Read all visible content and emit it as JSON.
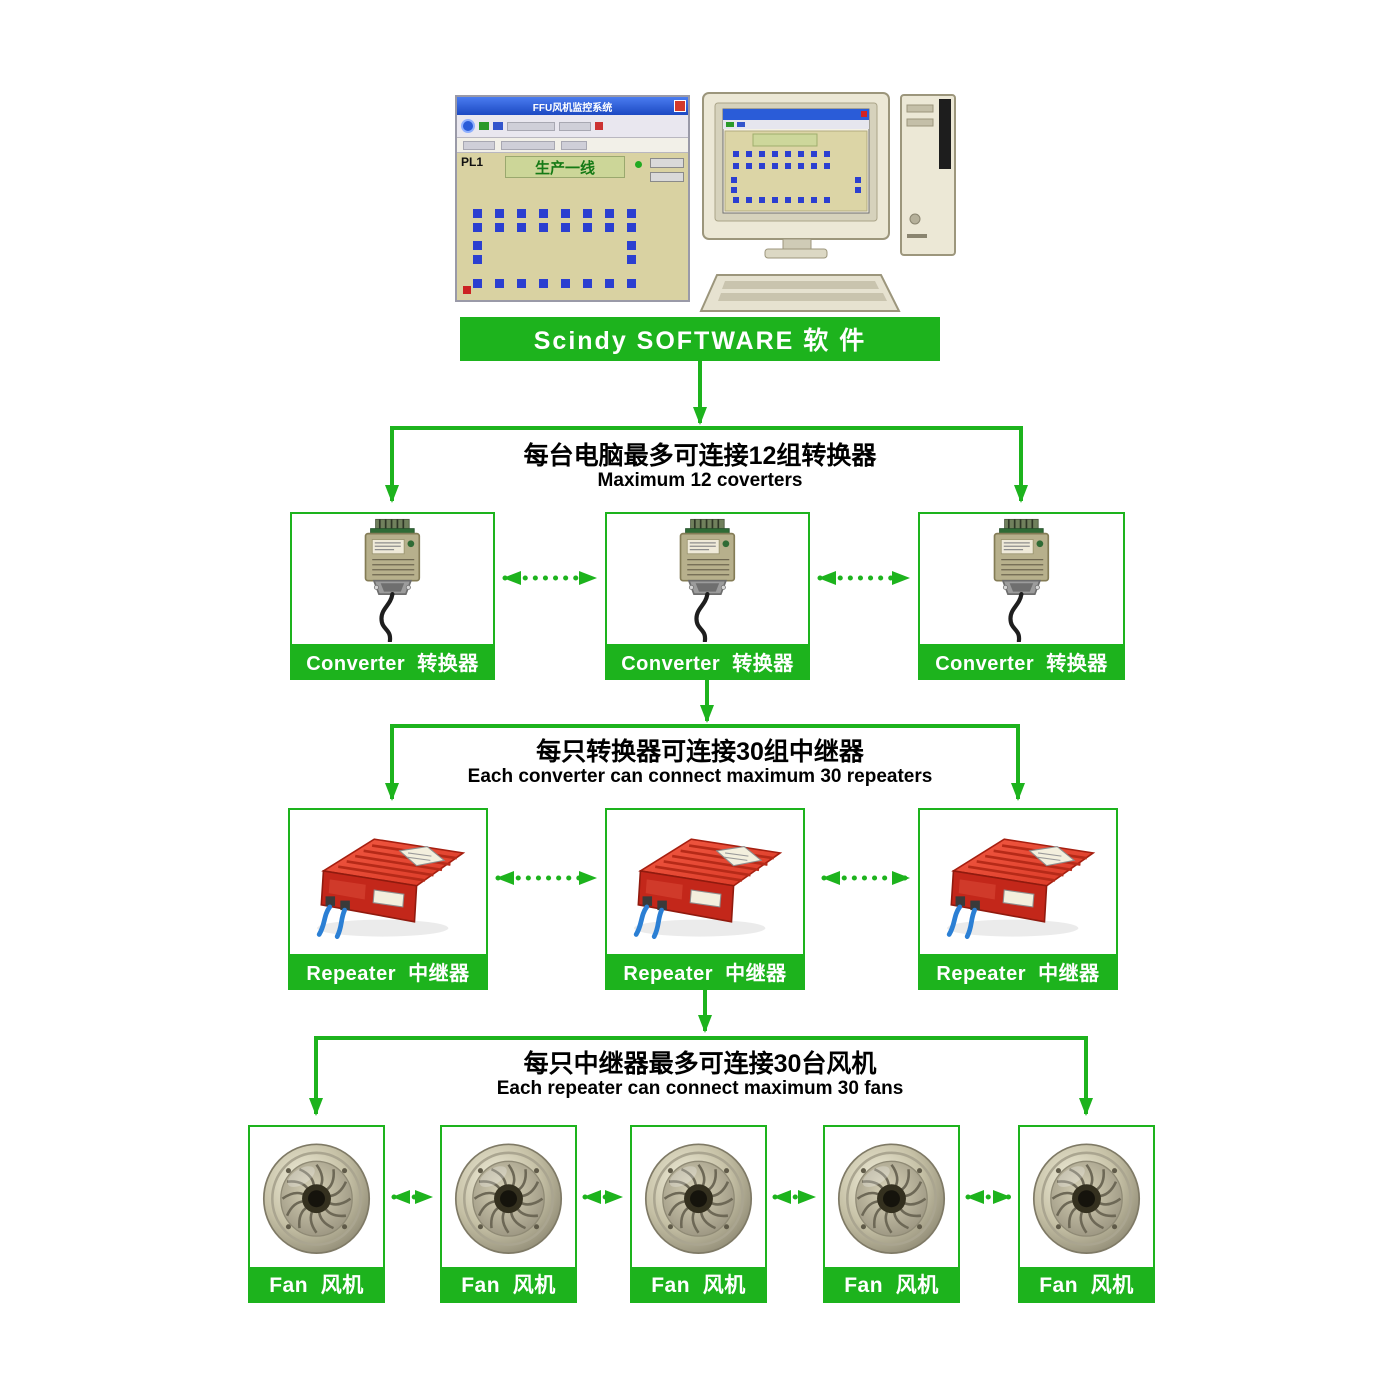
{
  "banner": {
    "label": "Scindy SOFTWARE  软 件"
  },
  "screenshot": {
    "title": "FFU风机监控系统",
    "line_tag": "PL1",
    "line_name": "生产一线"
  },
  "levels": [
    {
      "note_zh": "每台电脑最多可连接12组转换器",
      "note_en": "Maximum 12 coverters",
      "nodes": [
        {
          "label": "Converter  转换器"
        },
        {
          "label": "Converter  转换器"
        },
        {
          "label": "Converter  转换器"
        }
      ]
    },
    {
      "note_zh": "每只转换器可连接30组中继器",
      "note_en": "Each converter can connect maximum 30 repeaters",
      "nodes": [
        {
          "label": "Repeater  中继器"
        },
        {
          "label": "Repeater  中继器"
        },
        {
          "label": "Repeater  中继器"
        }
      ]
    },
    {
      "note_zh": "每只中继器最多可连接30台风机",
      "note_en": "Each repeater can connect maximum 30 fans",
      "nodes": [
        {
          "label": "Fan  风机"
        },
        {
          "label": "Fan  风机"
        },
        {
          "label": "Fan  风机"
        },
        {
          "label": "Fan  风机"
        },
        {
          "label": "Fan  风机"
        }
      ]
    }
  ],
  "colors": {
    "accent_green": "#1db31d",
    "repeater_red": "#c3271a",
    "fan_blue": "#2b3fd0"
  }
}
